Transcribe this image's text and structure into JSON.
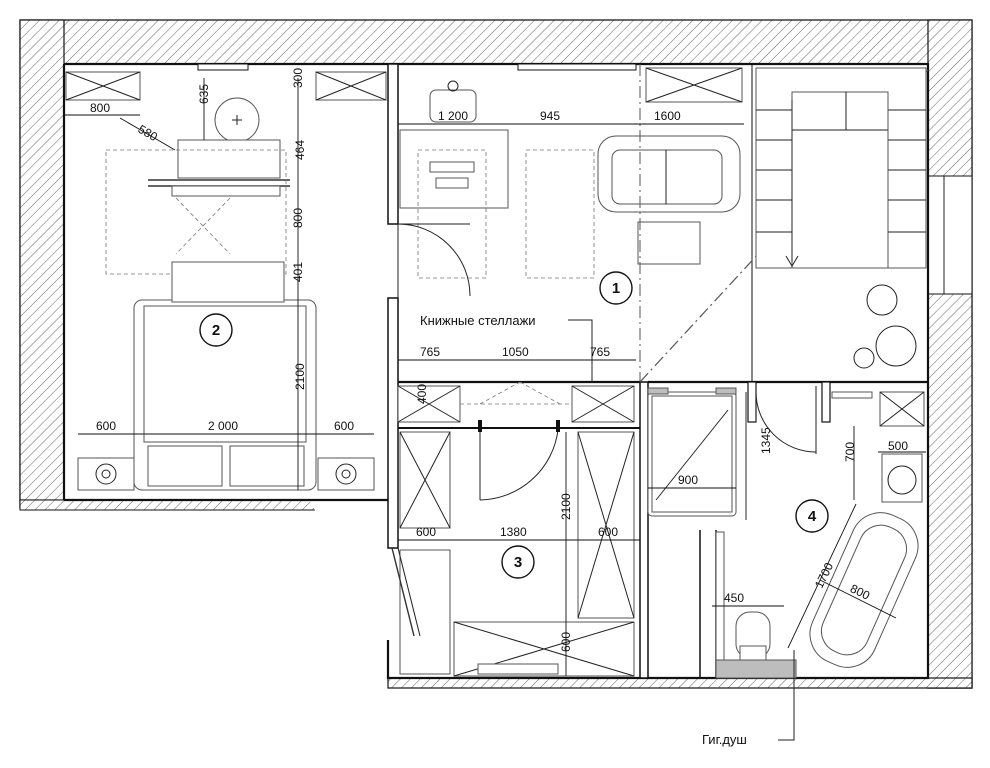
{
  "plan": {
    "rooms": [
      {
        "id": "room-1",
        "number": "1"
      },
      {
        "id": "room-2",
        "number": "2"
      },
      {
        "id": "room-3",
        "number": "3"
      },
      {
        "id": "room-4",
        "number": "4"
      }
    ],
    "labels": {
      "bookshelves": "Книжные стеллажи",
      "hygienic_shower": "Гиг.душ"
    },
    "dimensions": {
      "bedroom_left_800": "800",
      "bedroom_635": "635",
      "bedroom_300": "300",
      "bedroom_580": "580",
      "bedroom_464": "464",
      "bedroom_800_vertical": "800",
      "bedroom_401": "401",
      "bedroom_2100": "2100",
      "bedroom_600_left": "600",
      "bedroom_2000": "2 000",
      "bedroom_600_right": "600",
      "living_1200": "1 200",
      "living_945": "945",
      "living_1600": "1600",
      "shelf_765_left": "765",
      "shelf_1050": "1050",
      "shelf_765_right": "765",
      "closet_400": "400",
      "wardrobe_600_left": "600",
      "wardrobe_1380": "1380",
      "wardrobe_600_right": "600",
      "wardrobe_2100": "2100",
      "wardrobe_600_bottom": "600",
      "bath_1345": "1345",
      "bath_900": "900",
      "bath_500": "500",
      "bath_700": "700",
      "bath_1700": "1700",
      "bath_800": "800",
      "bath_450": "450"
    }
  }
}
